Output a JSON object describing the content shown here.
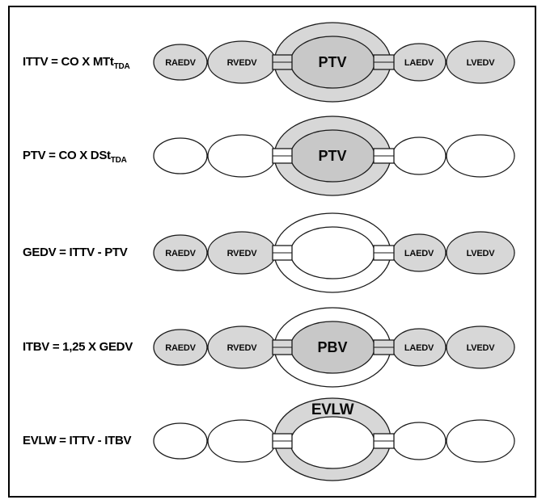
{
  "colors": {
    "shaded": "#d7d7d7",
    "shaded_dark": "#c8c8c8",
    "unshaded": "#ffffff",
    "stroke": "#1a1a1a",
    "frame_border": "#000000"
  },
  "rows": [
    {
      "formula": "ITTV = CO X MTt",
      "formula_sub": "TDA",
      "labels": {
        "ra": "RAEDV",
        "rv": "RVEDV",
        "center": "PTV",
        "ring": "",
        "la": "LAEDV",
        "lv": "LVEDV"
      },
      "fills": {
        "ra": "#d7d7d7",
        "rv": "#d7d7d7",
        "outer": "#d7d7d7",
        "inner": "#c8c8c8",
        "la": "#d7d7d7",
        "lv": "#d7d7d7",
        "connector": "#d7d7d7"
      }
    },
    {
      "formula": "PTV = CO X DSt",
      "formula_sub": "TDA",
      "labels": {
        "ra": "",
        "rv": "",
        "center": "PTV",
        "ring": "",
        "la": "",
        "lv": ""
      },
      "fills": {
        "ra": "#ffffff",
        "rv": "#ffffff",
        "outer": "#d7d7d7",
        "inner": "#c8c8c8",
        "la": "#ffffff",
        "lv": "#ffffff",
        "connector": "#ffffff"
      }
    },
    {
      "formula": "GEDV = ITTV - PTV",
      "formula_sub": "",
      "labels": {
        "ra": "RAEDV",
        "rv": "RVEDV",
        "center": "",
        "ring": "",
        "la": "LAEDV",
        "lv": "LVEDV"
      },
      "fills": {
        "ra": "#d7d7d7",
        "rv": "#d7d7d7",
        "outer": "#ffffff",
        "inner": "#ffffff",
        "la": "#d7d7d7",
        "lv": "#d7d7d7",
        "connector": "#ffffff"
      }
    },
    {
      "formula": "ITBV = 1,25 X GEDV",
      "formula_sub": "",
      "labels": {
        "ra": "RAEDV",
        "rv": "RVEDV",
        "center": "PBV",
        "ring": "",
        "la": "LAEDV",
        "lv": "LVEDV"
      },
      "fills": {
        "ra": "#d7d7d7",
        "rv": "#d7d7d7",
        "outer": "#ffffff",
        "inner": "#c8c8c8",
        "la": "#d7d7d7",
        "lv": "#d7d7d7",
        "connector": "#d7d7d7"
      }
    },
    {
      "formula": "EVLW = ITTV - ITBV",
      "formula_sub": "",
      "labels": {
        "ra": "",
        "rv": "",
        "center": "",
        "ring": "EVLW",
        "la": "",
        "lv": ""
      },
      "fills": {
        "ra": "#ffffff",
        "rv": "#ffffff",
        "outer": "#d7d7d7",
        "inner": "#ffffff",
        "la": "#ffffff",
        "lv": "#ffffff",
        "connector": "#ffffff"
      }
    }
  ]
}
